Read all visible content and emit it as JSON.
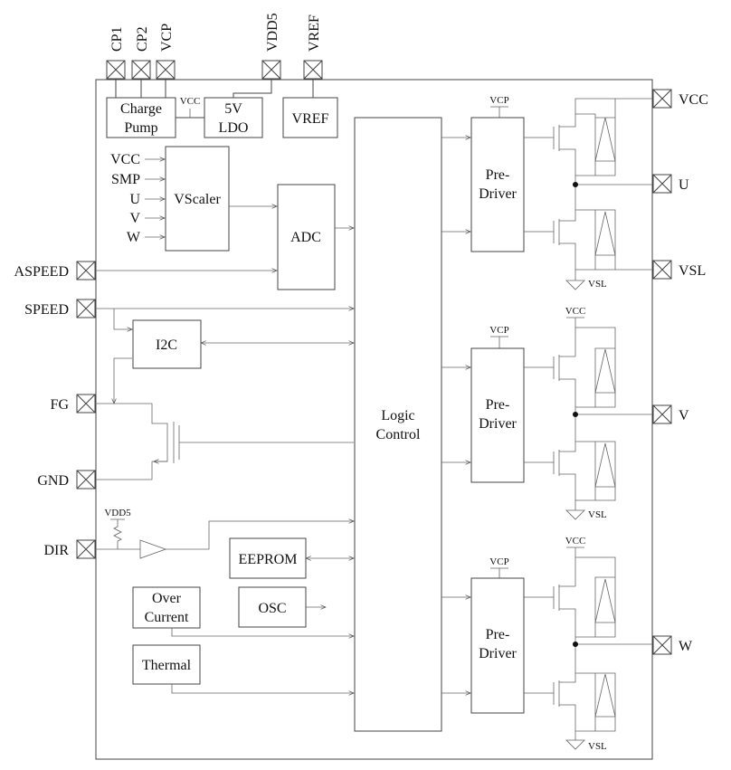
{
  "top_pins": {
    "cp1": "CP1",
    "cp2": "CP2",
    "vcp": "VCP",
    "vdd5": "VDD5",
    "vref": "VREF"
  },
  "left_pins": {
    "aspeed": "ASPEED",
    "speed": "SPEED",
    "fg": "FG",
    "gnd": "GND",
    "dir": "DIR"
  },
  "right_pins": {
    "vcc": "VCC",
    "u": "U",
    "vsl": "VSL",
    "v": "V",
    "w": "W"
  },
  "blocks": {
    "charge_pump": [
      "Charge",
      "Pump"
    ],
    "ldo": [
      "5V",
      "LDO"
    ],
    "vref": "VREF",
    "vscaler": "VScaler",
    "adc": "ADC",
    "i2c": "I2C",
    "logic_control": [
      "Logic",
      "Control"
    ],
    "eeprom": "EEPROM",
    "osc": "OSC",
    "over_current": [
      "Over",
      "Current"
    ],
    "thermal": "Thermal",
    "pre_driver": [
      "Pre-",
      "Driver"
    ]
  },
  "vscaler_inputs": [
    "VCC",
    "SMP",
    "U",
    "V",
    "W"
  ],
  "small_labels": {
    "vcc": "VCC",
    "vcp": "VCP",
    "vsl": "VSL",
    "vdd5": "VDD5"
  }
}
